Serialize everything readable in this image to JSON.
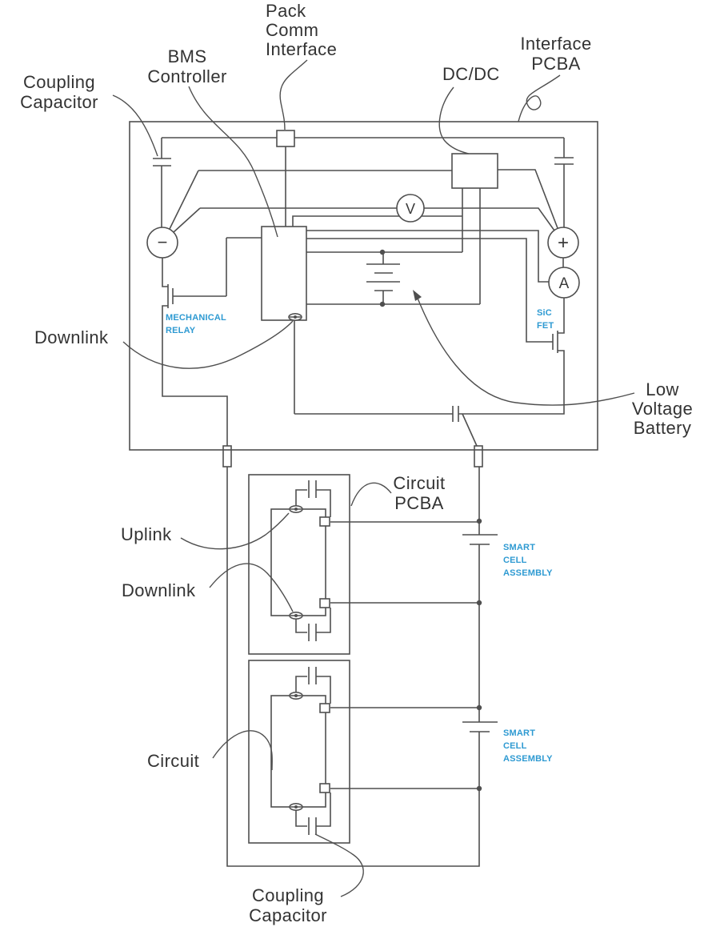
{
  "colors": {
    "line": "#4f4f4f",
    "label_text": "#333333",
    "accent_blue": "#2e9ad2",
    "background": "#ffffff"
  },
  "labels": {
    "coupling_capacitor_top": "Coupling\nCapacitor",
    "bms_controller": "BMS\nController",
    "pack_comm_interface": "Pack\nComm\nInterface",
    "dc_dc": "DC/DC",
    "interface_pcba": "Interface\nPCBA",
    "downlink_top": "Downlink",
    "mechanical_relay": "MECHANICAL\nRELAY",
    "sic_fet": "SiC\nFET",
    "low_voltage_battery": "Low\nVoltage\nBattery",
    "circuit_pcba": "Circuit\nPCBA",
    "uplink": "Uplink",
    "downlink_mid": "Downlink",
    "smart_cell_assembly_1": "SMART\nCELL\nASSEMBLY",
    "smart_cell_assembly_2": "SMART\nCELL\nASSEMBLY",
    "circuit": "Circuit",
    "coupling_capacitor_bottom": "Coupling\nCapacitor"
  },
  "meters": {
    "voltmeter": "V",
    "ammeter": "A",
    "positive_terminal": "+",
    "negative_terminal": "−"
  }
}
